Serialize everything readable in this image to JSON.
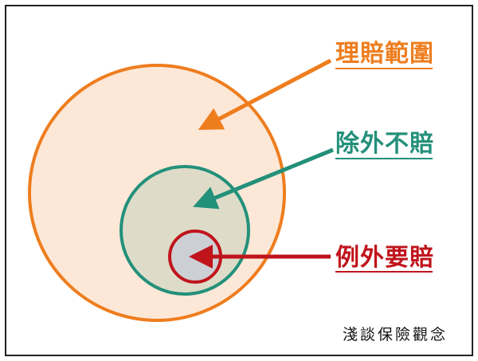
{
  "labels": {
    "outer": "理賠範圍",
    "middle": "除外不賠",
    "inner": "例外要賠"
  },
  "caption": "淺談保險觀念",
  "colors": {
    "outer_stroke": "#ee7d1e",
    "outer_fill": "#fde8d8",
    "middle_stroke": "#23907a",
    "middle_fill": "#dedcc8",
    "inner_stroke": "#c0141c",
    "inner_fill": "#ccd0d4",
    "frame": "#222222",
    "caption": "#111111"
  }
}
